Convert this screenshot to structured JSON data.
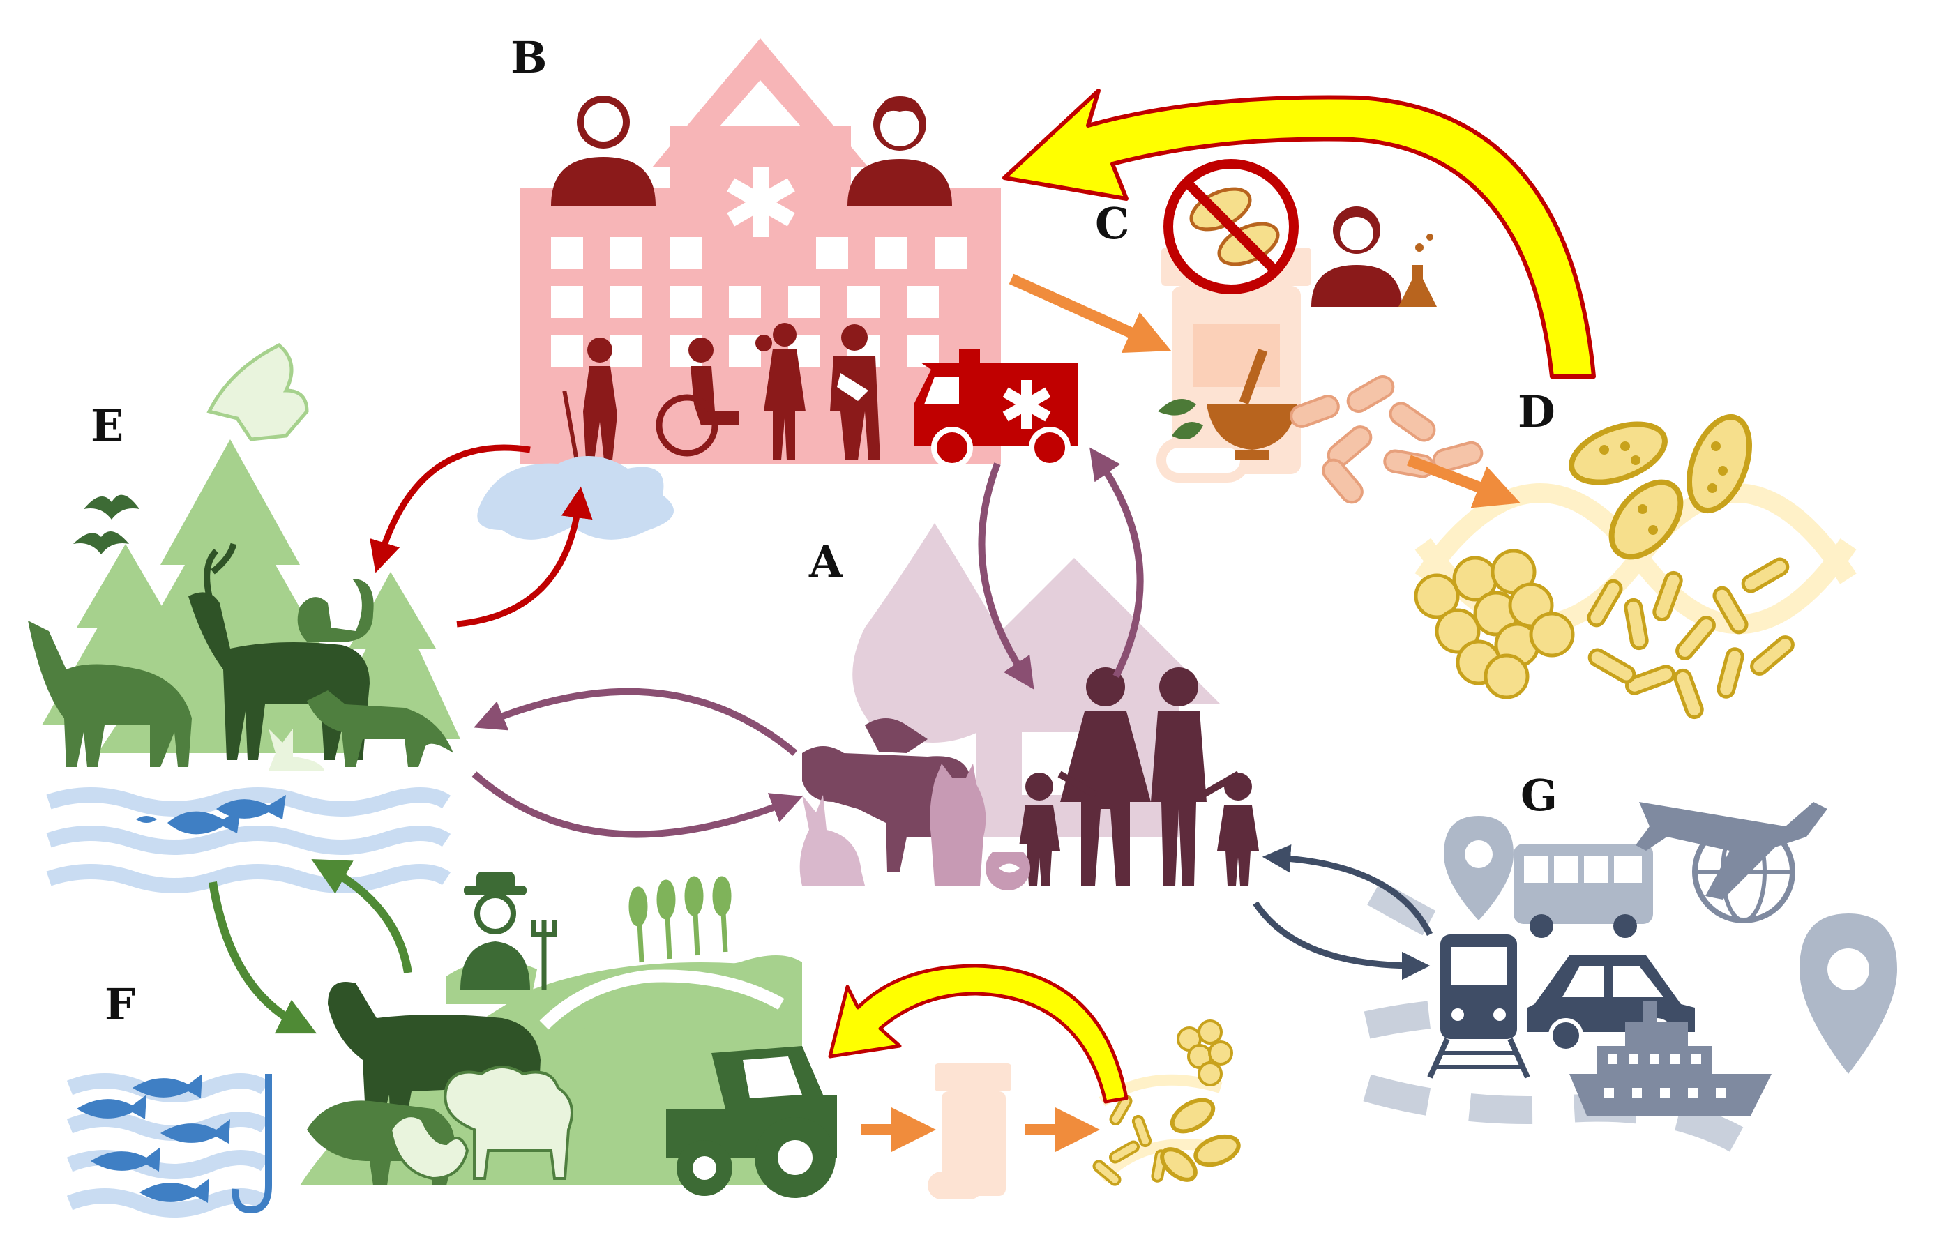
{
  "labels": {
    "a": "A",
    "b": "B",
    "c": "C",
    "d": "D",
    "e": "E",
    "f": "F",
    "g": "G"
  },
  "colors": {
    "hospital": "#f7b5b7",
    "hospital_dark": "#8b1a1a",
    "home": "#d9b8cc",
    "family": "#5e2b3c",
    "pets": "#7a4660",
    "wild": "#3d6b35",
    "wild_light": "#a6d18d",
    "farm": "#4c7a37",
    "water": "#c9dcf2",
    "fish": "#3f7fc4",
    "bacteria": "#c8a21c",
    "bacteria_fill": "#f6df8c",
    "transport": "#3f4d66",
    "transport_light": "#aeb8c8",
    "arrow_yellow": "#ffff00",
    "arrow_yellow_outline": "#c00000",
    "arrow_orange": "#f08c3c",
    "arrow_red": "#c00000",
    "arrow_purple": "#8a4f72",
    "arrow_green": "#4f8a35",
    "arrow_navy": "#3f4d66",
    "pill": "#f5c4a8",
    "mortar": "#b8641e"
  }
}
